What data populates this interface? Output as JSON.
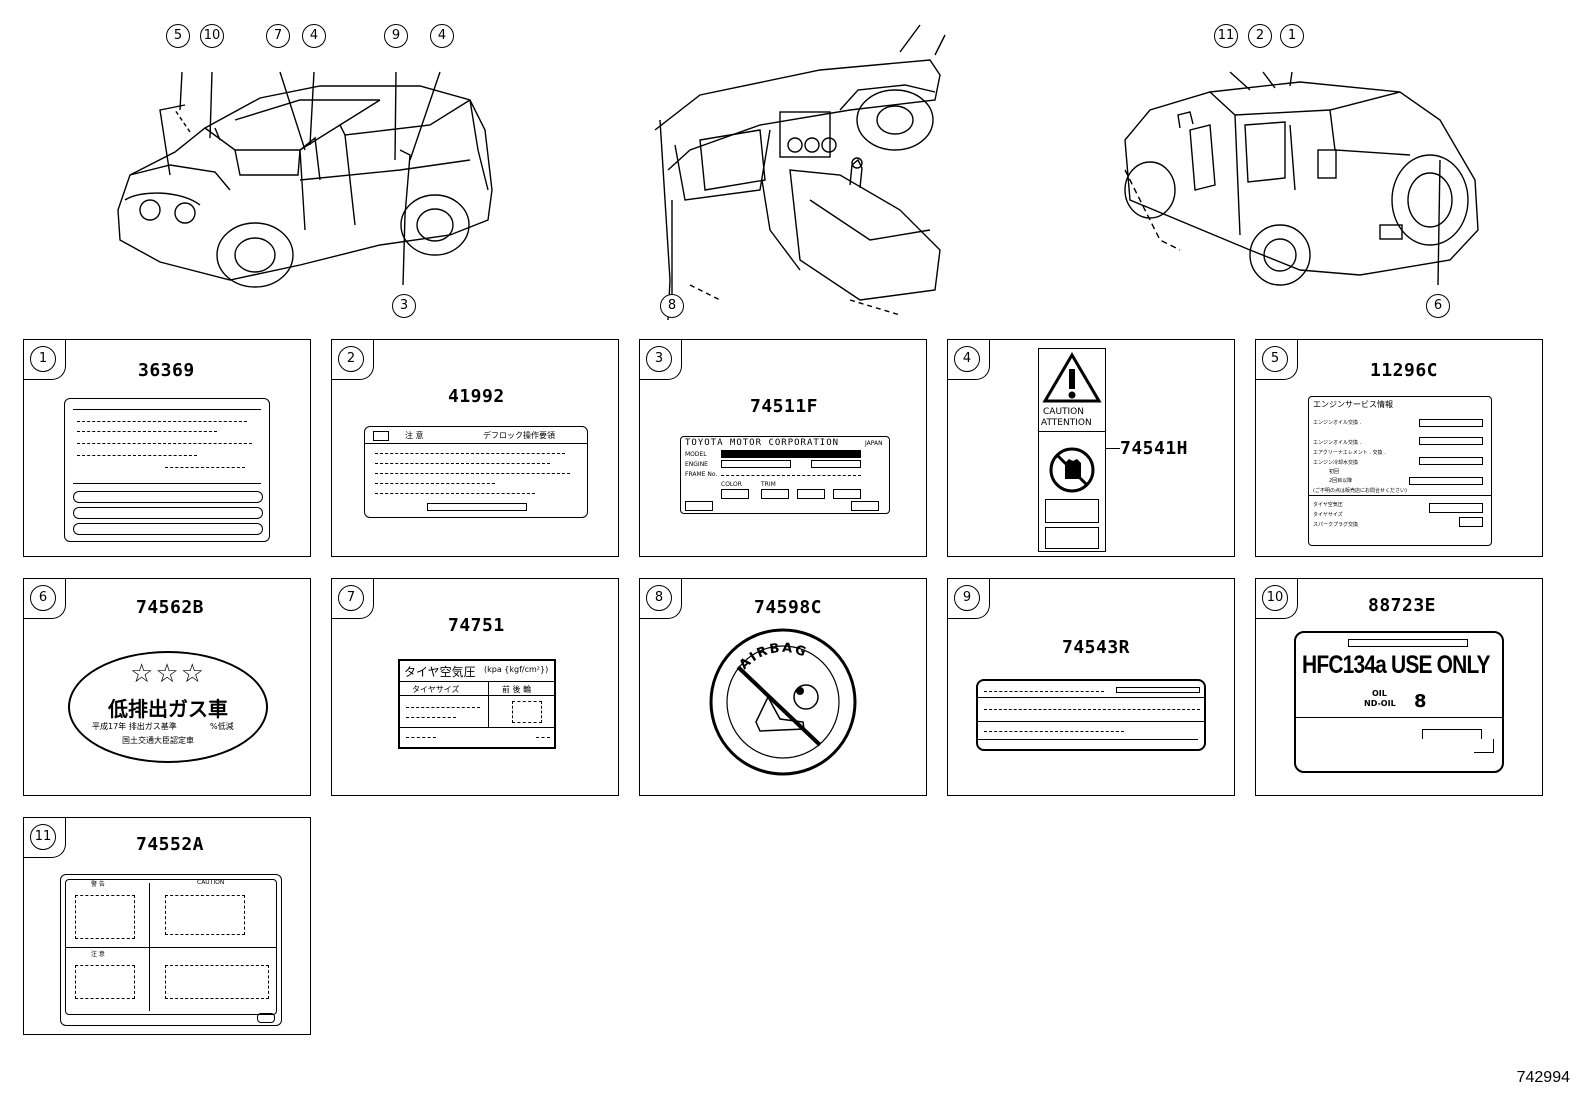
{
  "callouts": {
    "front": [
      "5",
      "10",
      "7",
      "4",
      "9",
      "4",
      "3"
    ],
    "dash": [
      "8"
    ],
    "rear": [
      "11",
      "2",
      "1",
      "6"
    ]
  },
  "panels": [
    {
      "num": "1",
      "part": "36369"
    },
    {
      "num": "2",
      "part": "41992"
    },
    {
      "num": "3",
      "part": "74511F"
    },
    {
      "num": "4",
      "part": "74541H"
    },
    {
      "num": "5",
      "part": "11296C"
    },
    {
      "num": "6",
      "part": "74562B"
    },
    {
      "num": "7",
      "part": "74751"
    },
    {
      "num": "8",
      "part": "74598C"
    },
    {
      "num": "9",
      "part": "74543R"
    },
    {
      "num": "10",
      "part": "88723E"
    },
    {
      "num": "11",
      "part": "74552A"
    }
  ],
  "labels": {
    "p2_title": "デフロック操作要領",
    "p2_caution": "注 意",
    "p3_header": "TOYOTA MOTOR CORPORATION",
    "p3_japan": "JAPAN",
    "p3_model": "MODEL",
    "p3_engine": "ENGINE",
    "p3_frame": "FRAME No.",
    "p3_color": "COLOR",
    "p3_trim": "TRIM",
    "p4_caution": "CAUTION",
    "p4_attention": "ATTENTION",
    "p5_title": "エンジンサービス情報",
    "p5_rows": [
      "エンジンオイル交換 .",
      "エンジンオイル交換 .",
      "エアクリーナエレメント . 交換 .",
      "エンジン冷却水交換",
      "初回",
      "2回目以降",
      "(ご不明の点は販売店にお問合せください)",
      "タイヤ空気圧",
      "タイヤサイズ",
      "スパークプラグ交換"
    ],
    "p6_line1": "低排出ガス車",
    "p6_line2": "平成17年 排出ガス基準",
    "p6_line3": "%低減",
    "p6_line4": "国土交通大臣認定車",
    "p7_title": "タイヤ空気圧",
    "p7_unit": "(kpa {kgf/cm²})",
    "p7_col1": "タイヤサイズ",
    "p7_col2": "前 後 輪",
    "p8_text": "AIRBAG",
    "p10_main": "HFC134a USE ONLY",
    "p10_oil": "OIL",
    "p10_nd": "ND-OIL",
    "p10_num": "8",
    "p11_warn": "警 告",
    "p11_caution": "CAUTION",
    "p11_note": "注 意"
  },
  "figure_id": "742994"
}
